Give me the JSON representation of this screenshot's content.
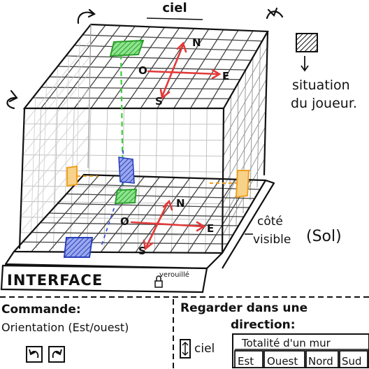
{
  "top_label": "ciel",
  "legend": {
    "situation_label": "situation",
    "situation_label2": "du joueur."
  },
  "compass_top": {
    "n": "N",
    "s": "S",
    "e": "E",
    "o": "O"
  },
  "compass_bottom": {
    "n": "N",
    "s": "S",
    "e": "E",
    "o": "O"
  },
  "side_label": {
    "line1": "côté",
    "line2": "visible",
    "paren": "(Sol)"
  },
  "interface": {
    "title": "INTERFACE",
    "sub": "verouillé"
  },
  "commands": {
    "heading": "Commande:",
    "orientation": "Orientation (Est/ouest)"
  },
  "look": {
    "heading_line1": "Regarder dans une",
    "heading_line2": "direction:",
    "ciel": "ciel",
    "totality": "Totalité d'un mur",
    "dirs": [
      "Est",
      "Ouest",
      "Nord",
      "Sud"
    ]
  },
  "colors": {
    "ink": "#111111",
    "grid": "#555555",
    "red": "#e23a3a",
    "green": "#3ccf3c",
    "blue": "#3a52d9",
    "orange": "#f0a020"
  }
}
